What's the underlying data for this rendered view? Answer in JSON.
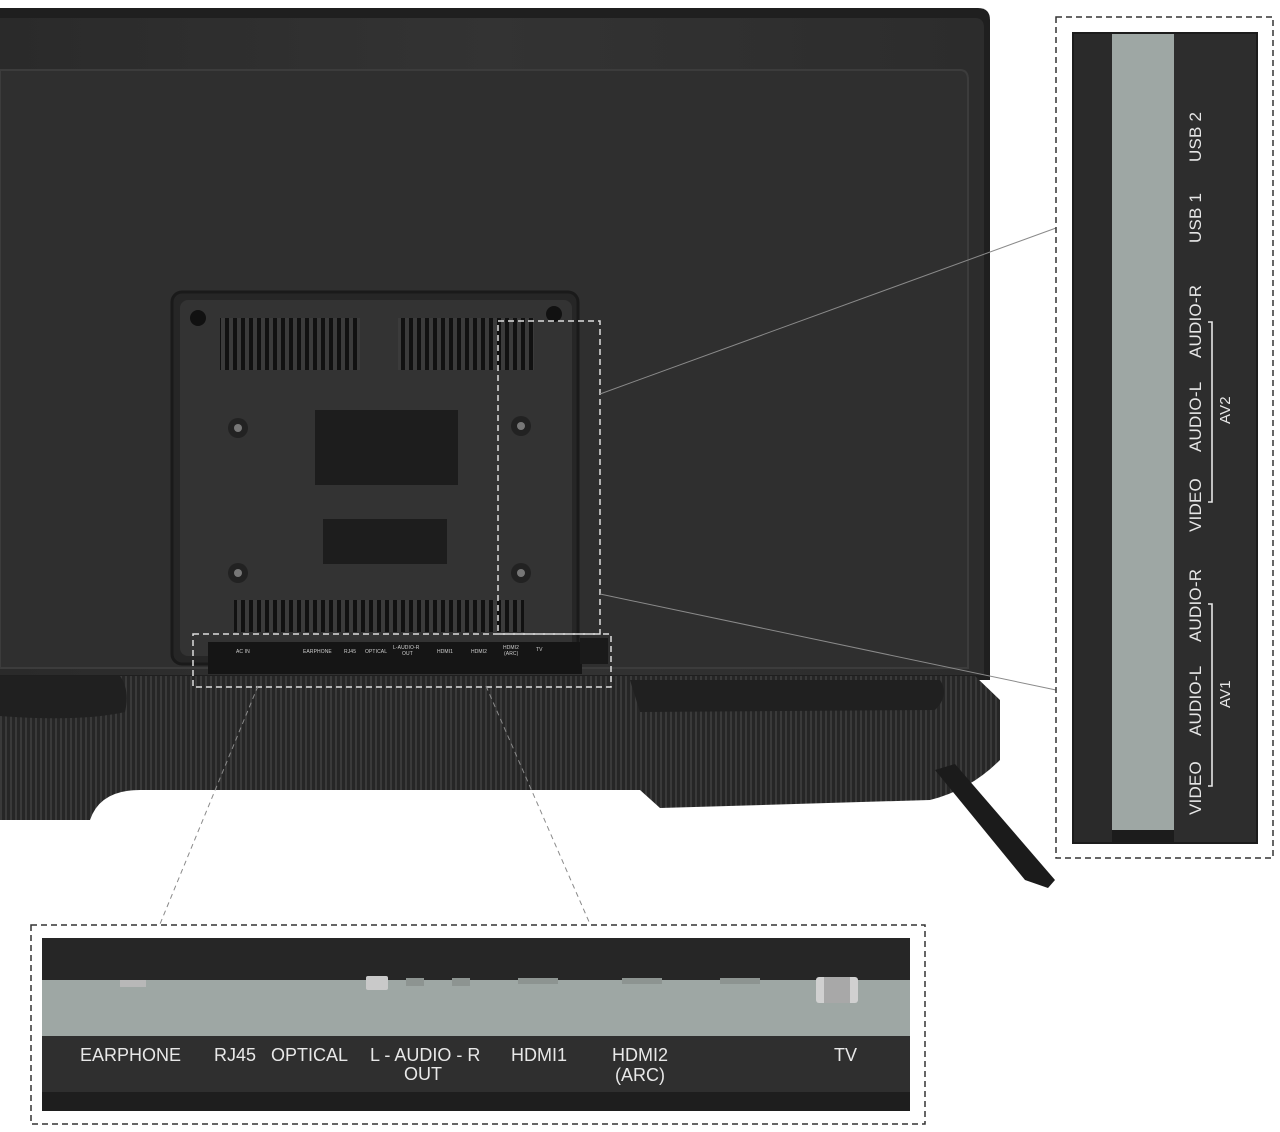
{
  "main_panel_labels": {
    "ac_in": "AC IN",
    "earphone": "EARPHONE",
    "rj45": "RJ45",
    "optical": "OPTICAL",
    "audio_out_line1": "L-AUDIO-R",
    "audio_out_line2": "OUT",
    "hdmi1": "HDMI1",
    "hdmi2": "HDMI2",
    "hdmi2_arc": "(ARC)",
    "tv": "TV"
  },
  "side_panel_zoom": {
    "ports": [
      "USB 2",
      "USB 1",
      "AUDIO-R",
      "AUDIO-L",
      "VIDEO",
      "AUDIO-R",
      "AUDIO-L",
      "VIDEO"
    ],
    "groups": [
      "AV2",
      "AV1"
    ]
  },
  "bottom_panel_zoom": {
    "earphone": "EARPHONE",
    "rj45": "RJ45",
    "optical": "OPTICAL",
    "audio_out_line1": "L - AUDIO - R",
    "audio_out_line2": "OUT",
    "hdmi1": "HDMI1",
    "hdmi2_line1": "HDMI2",
    "hdmi2_line2": "(ARC)",
    "tv": "TV"
  },
  "colors": {
    "tv_body": "#2b2b2b",
    "panel_face": "#9ea7a4",
    "label_strip": "#2d2d2d",
    "dashed_outline": "#6f6f6f"
  }
}
